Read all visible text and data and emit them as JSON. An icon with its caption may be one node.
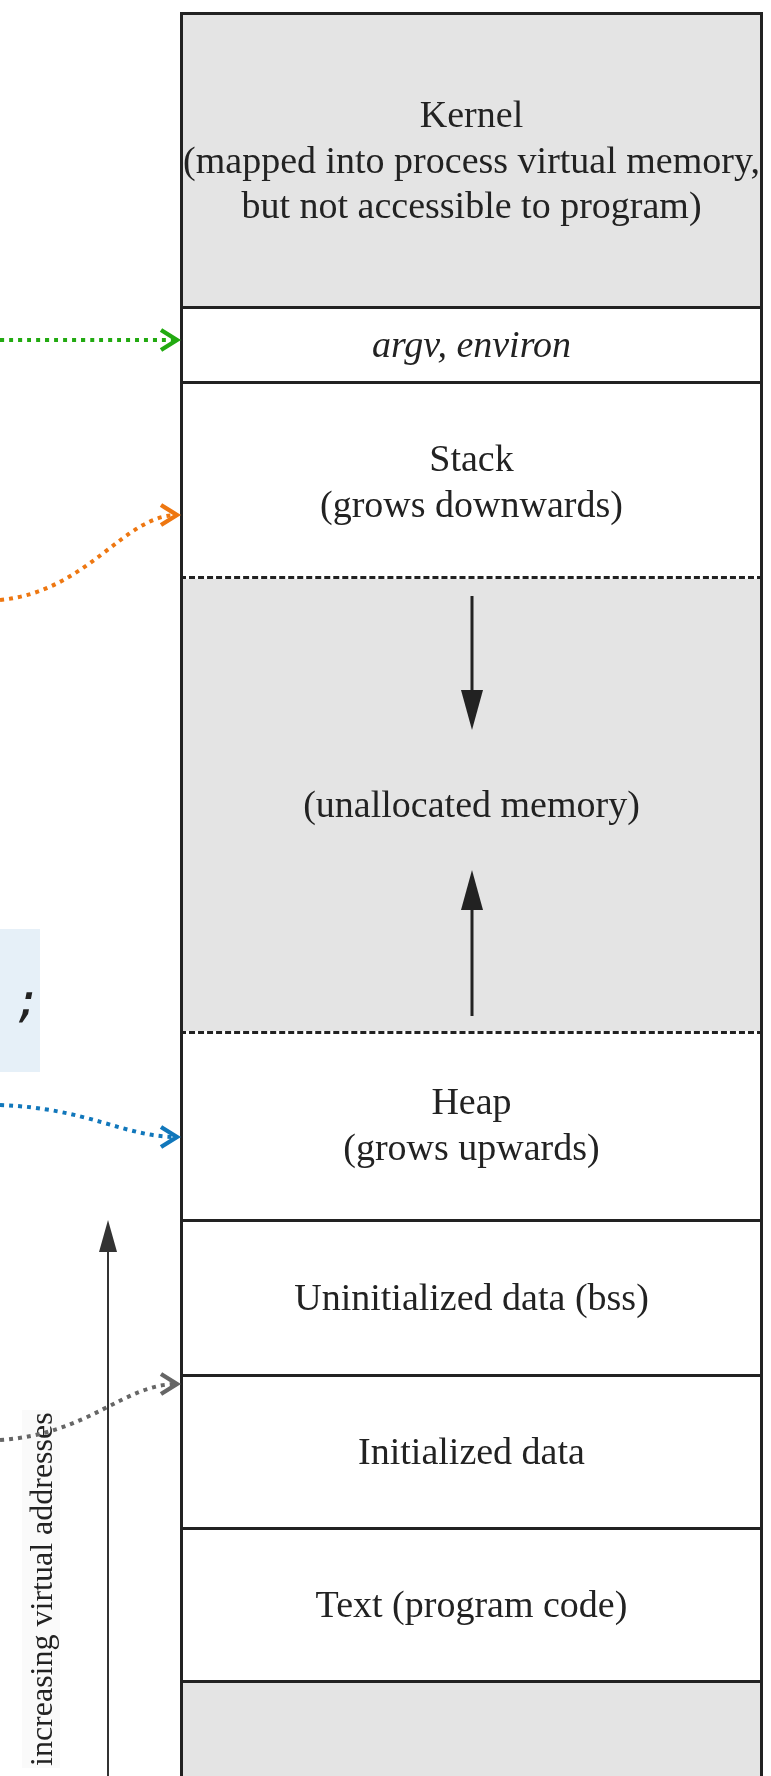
{
  "diagram": {
    "nodes": [
      {
        "text": [
          "Kernel",
          "(mapped into process virtual memory, but not accessible to program)"
        ]
      },
      {
        "text": [
          "argv, environ"
        ]
      },
      {
        "text": [
          "Stack",
          "(grows downwards)"
        ]
      },
      {
        "text": [
          "(unallocated memory)"
        ]
      },
      {
        "text": [
          "Heap",
          "(grows upwards)"
        ]
      },
      {
        "text": [
          "Uninitialized data (bss)"
        ]
      },
      {
        "text": [
          "Initialized data"
        ]
      },
      {
        "text": [
          "Text (program code)"
        ]
      },
      {
        "text": [],
        "shape": "box"
      },
      {
        "text": [
          ";"
        ]
      }
    ],
    "edges": [
      {
        "from": null,
        "to": 1,
        "arrow": "to",
        "style": "dashed",
        "color": "#22aa11"
      },
      {
        "from": null,
        "to": 2,
        "arrow": "to",
        "style": "dashed",
        "color": "#ee7711"
      },
      {
        "from": null,
        "to": 4,
        "arrow": "to",
        "style": "dashed",
        "color": "#1177bb"
      },
      {
        "from": null,
        "to": 6,
        "arrow": "to",
        "style": "dashed",
        "color": "#666666"
      }
    ],
    "labels": [
      "increasing virtual addresses"
    ]
  }
}
